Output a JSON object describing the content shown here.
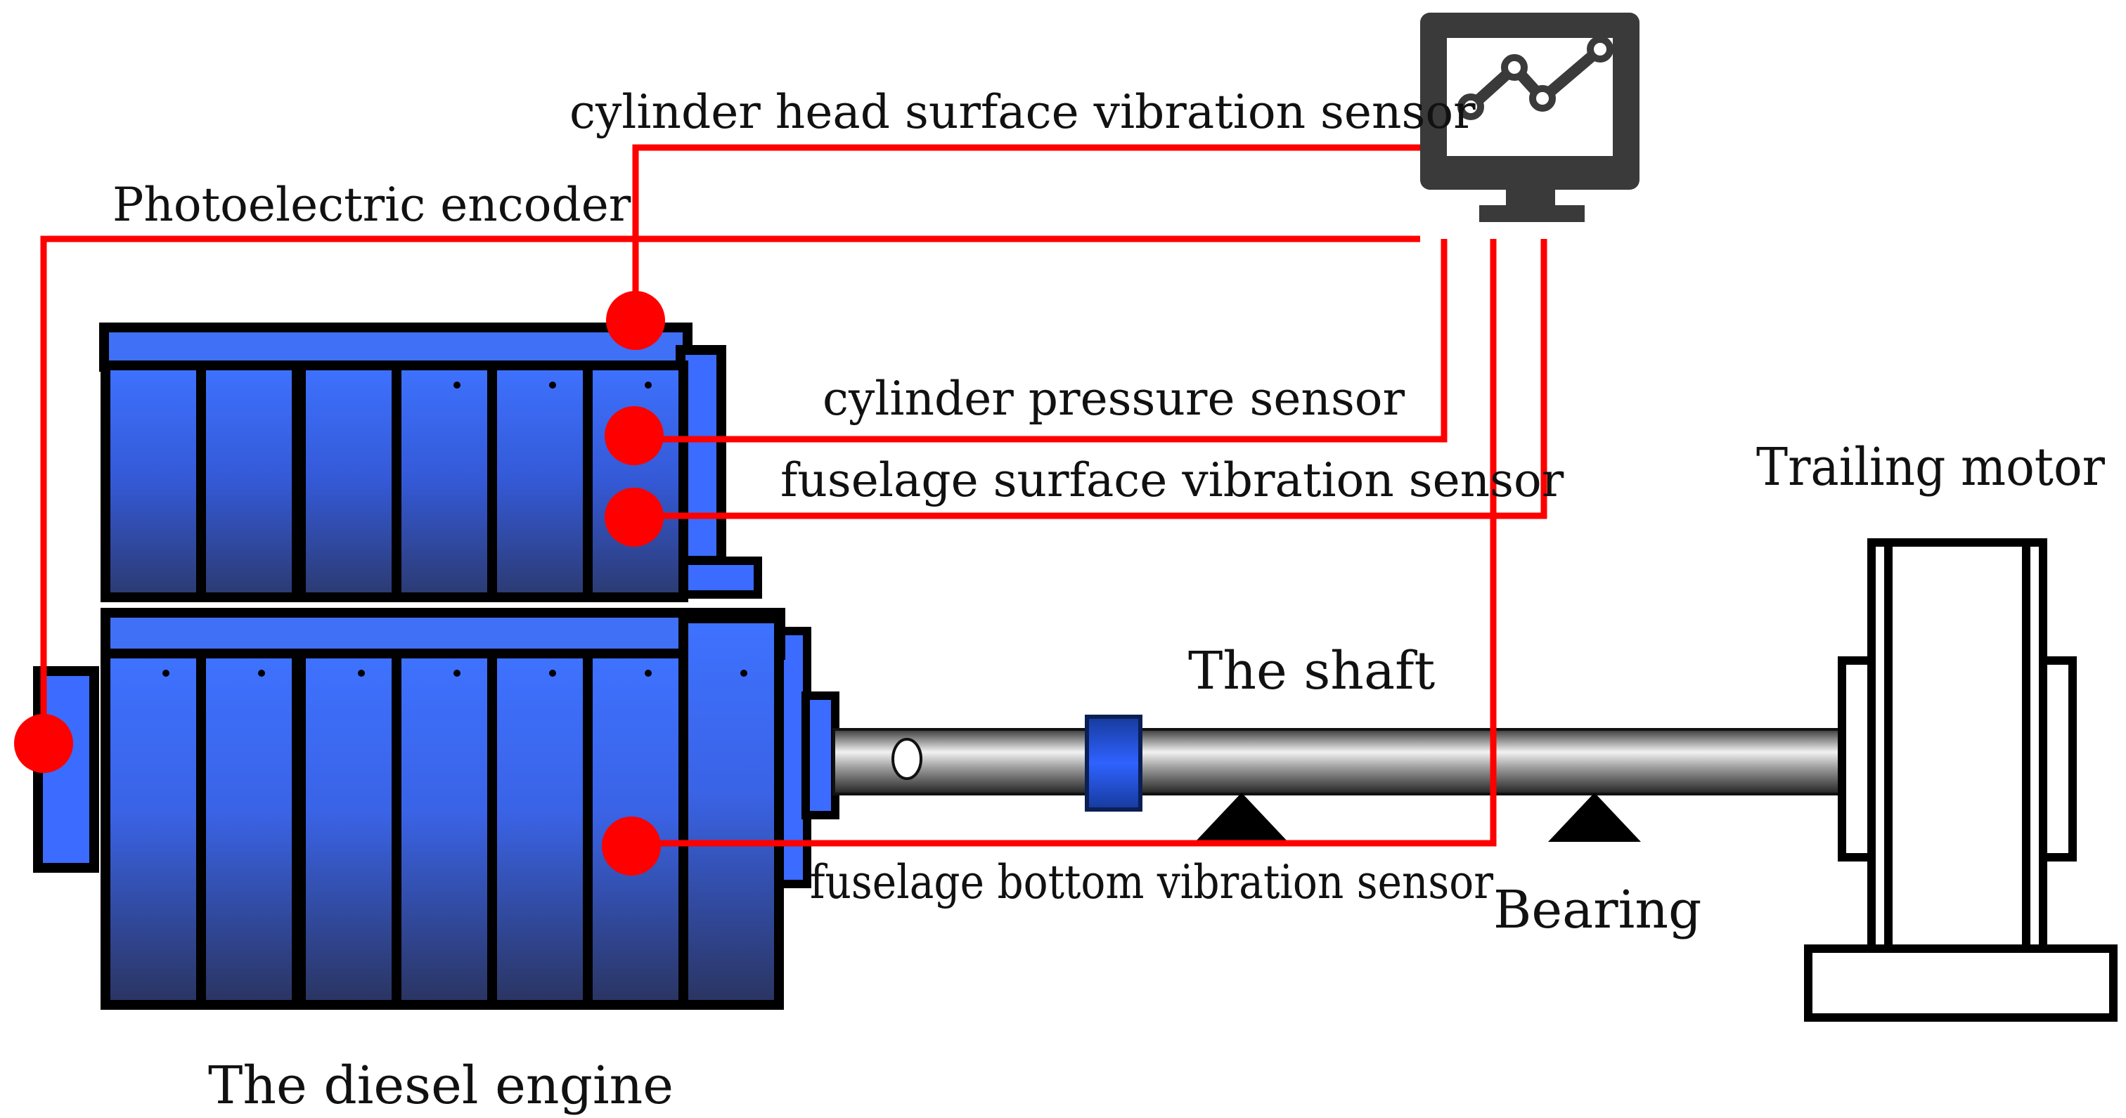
{
  "labels": {
    "cylinder_head_sensor": "cylinder head surface vibration sensor",
    "photoelectric_encoder": "Photoelectric encoder",
    "cylinder_pressure_sensor": "cylinder pressure sensor",
    "fuselage_surface_sensor": "fuselage surface vibration sensor",
    "fuselage_bottom_sensor": "fuselage bottom vibration sensor",
    "shaft": "The shaft",
    "bearing": "Bearing",
    "trailing_motor": "Trailing motor",
    "diesel_engine": "The diesel engine"
  },
  "colors": {
    "signal_wire": "#ff0000",
    "sensor_dot": "#ff0000",
    "engine_blue": "#3b6bff",
    "engine_dark": "#27346a",
    "outline": "#000000",
    "monitor": "#3a3a3a"
  },
  "icons": {
    "computer": "monitor-line-chart-icon"
  }
}
